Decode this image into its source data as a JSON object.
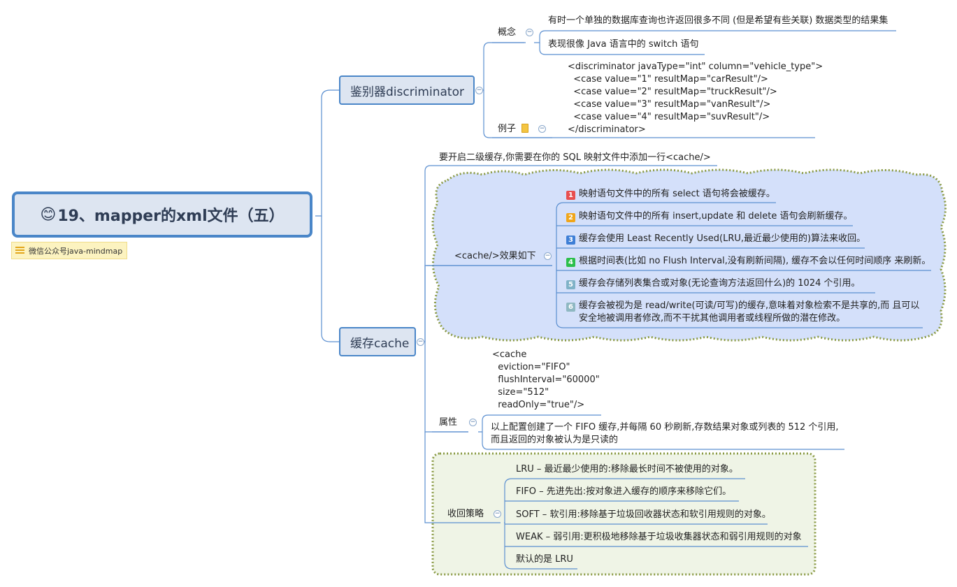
{
  "root": {
    "emoji": "😊",
    "title": "19、mapper的xml文件（五）"
  },
  "note": {
    "icon": "notes-icon",
    "text": "微信公众号java-mindmap"
  },
  "colors": {
    "accent": "#4a86c8",
    "topic_fill": "#dde5f1",
    "cloud_blue": "#d4e0fa",
    "cloud_green": "#eff4e6",
    "dotted": "#8a9a44"
  },
  "discriminator": {
    "label": "鉴别器discriminator",
    "concept": {
      "label": "概念",
      "items": [
        "有时一个单独的数据库查询也许返回很多不同 (但是希望有些关联) 数据类型的结果集",
        "表现很像 Java 语言中的 switch 语句"
      ]
    },
    "example": {
      "label": "例子",
      "code": [
        "<discriminator javaType=\"int\" column=\"vehicle_type\">",
        "  <case value=\"1\" resultMap=\"carResult\"/>",
        "  <case value=\"2\" resultMap=\"truckResult\"/>",
        "  <case value=\"3\" resultMap=\"vanResult\"/>",
        "  <case value=\"4\" resultMap=\"suvResult\"/>",
        "</discriminator>"
      ]
    }
  },
  "cache": {
    "label": "缓存cache",
    "enable": "要开启二级缓存,你需要在你的 SQL 映射文件中添加一行<cache/>",
    "effects": {
      "label": "<cache/>效果如下",
      "items": [
        {
          "num": "1",
          "color": "#e84f4f",
          "text": "映射语句文件中的所有 select 语句将会被缓存。"
        },
        {
          "num": "2",
          "color": "#f0a61a",
          "text": "映射语句文件中的所有 insert,update 和 delete 语句会刷新缓存。"
        },
        {
          "num": "3",
          "color": "#3e7fd6",
          "text": "缓存会使用 Least Recently Used(LRU,最近最少使用的)算法来收回。"
        },
        {
          "num": "4",
          "color": "#2cbf4a",
          "text": "根据时间表(比如 no Flush Interval,没有刷新间隔), 缓存不会以任何时间顺序 来刷新。"
        },
        {
          "num": "5",
          "color": "#7fb2c7",
          "text": "缓存会存储列表集合或对象(无论查询方法返回什么)的 1024 个引用。"
        },
        {
          "num": "6",
          "color": "#8fb8c2",
          "text1": "缓存会被视为是 read/write(可读/可写)的缓存,意味着对象检索不是共享的,而 且可以",
          "text2": "安全地被调用者修改,而不干扰其他调用者或线程所做的潜在修改。"
        }
      ]
    },
    "attributes": {
      "label": "属性",
      "code": [
        "<cache",
        "  eviction=\"FIFO\"",
        "  flushInterval=\"60000\"",
        "  size=\"512\"",
        "  readOnly=\"true\"/>"
      ],
      "desc1": "以上配置创建了一个 FIFO 缓存,并每隔 60 秒刷新,存数结果对象或列表的 512 个引用,",
      "desc2": "而且返回的对象被认为是只读的"
    },
    "eviction": {
      "label": "收回策略",
      "items": [
        "LRU – 最近最少使用的:移除最长时间不被使用的对象。",
        "FIFO – 先进先出:按对象进入缓存的顺序来移除它们。",
        "SOFT – 软引用:移除基于垃圾回收器状态和软引用规则的对象。",
        "WEAK – 弱引用:更积极地移除基于垃圾收集器状态和弱引用规则的对象",
        "默认的是 LRU"
      ]
    }
  }
}
